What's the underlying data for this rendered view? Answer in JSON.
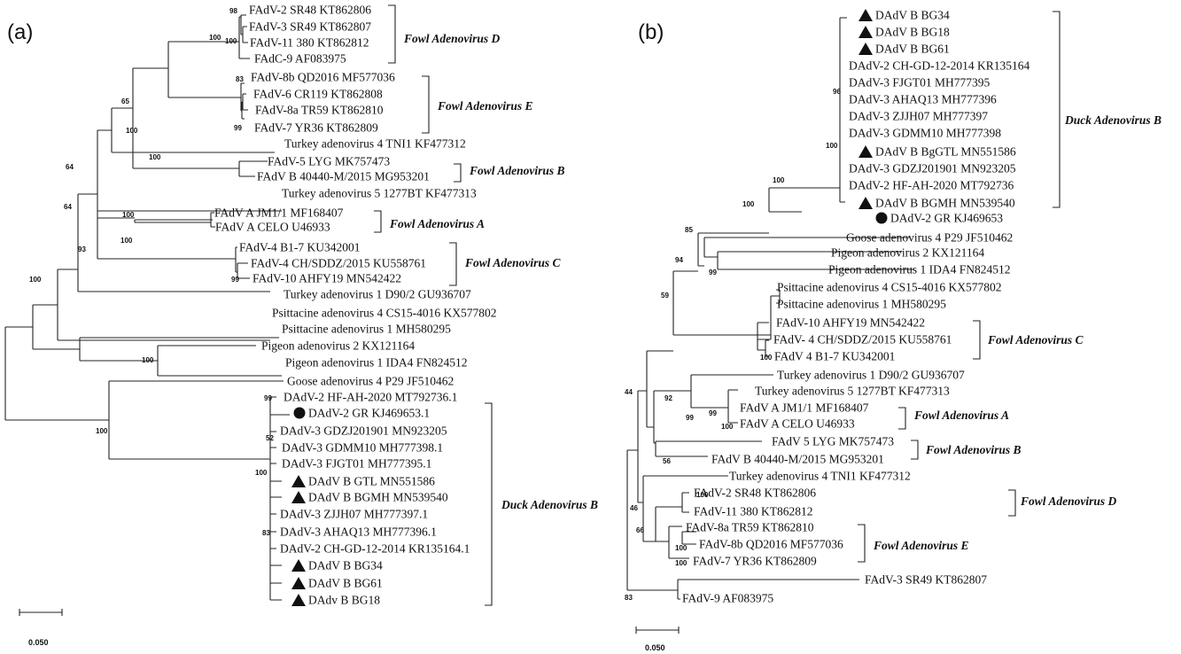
{
  "panels": [
    {
      "label": "(a)",
      "scale_label": "0.050",
      "taxa": [
        {
          "name": "FAdV-2 SR48 KT862806",
          "marker": ""
        },
        {
          "name": "FAdV-3 SR49 KT862807",
          "marker": ""
        },
        {
          "name": "FAdV-11 380 KT862812",
          "marker": ""
        },
        {
          "name": "FAdC-9 AF083975",
          "marker": ""
        },
        {
          "name": "FAdV-8b QD2016 MF577036",
          "marker": ""
        },
        {
          "name": "FAdV-6 CR119 KT862808",
          "marker": ""
        },
        {
          "name": "FAdV-8a TR59 KT862810",
          "marker": ""
        },
        {
          "name": "FAdV-7 YR36 KT862809",
          "marker": ""
        },
        {
          "name": "Turkey adenovirus 4 TNI1 KF477312",
          "marker": ""
        },
        {
          "name": "FAdV-5 LYG MK757473",
          "marker": ""
        },
        {
          "name": "FAdV B 40440-M/2015 MG953201",
          "marker": ""
        },
        {
          "name": "Turkey adenovirus 5 1277BT KF477313",
          "marker": ""
        },
        {
          "name": "FAdV A JM1/1 MF168407",
          "marker": ""
        },
        {
          "name": "FAdV A CELO U46933",
          "marker": ""
        },
        {
          "name": "FAdV-4 B1-7 KU342001",
          "marker": ""
        },
        {
          "name": "FAdV-4 CH/SDDZ/2015 KU558761",
          "marker": ""
        },
        {
          "name": "FAdV-10 AHFY19 MN542422",
          "marker": ""
        },
        {
          "name": "Turkey adenovirus 1 D90/2 GU936707",
          "marker": ""
        },
        {
          "name": "Psittacine adenovirus 4 CS15-4016 KX577802",
          "marker": ""
        },
        {
          "name": "Psittacine adenovirus 1 MH580295",
          "marker": ""
        },
        {
          "name": "Pigeon adenovirus 2 KX121164",
          "marker": ""
        },
        {
          "name": "Pigeon adenovirus 1 IDA4 FN824512",
          "marker": ""
        },
        {
          "name": "Goose adenovirus 4 P29 JF510462",
          "marker": ""
        },
        {
          "name": "DAdV-2 HF-AH-2020 MT792736.1",
          "marker": ""
        },
        {
          "name": "DAdV-2 GR KJ469653.1",
          "marker": "circle"
        },
        {
          "name": "DAdV-3 GDZJ201901 MN923205",
          "marker": ""
        },
        {
          "name": "DAdV-3 GDMM10 MH777398.1",
          "marker": ""
        },
        {
          "name": "DAdV-3 FJGT01 MH777395.1",
          "marker": ""
        },
        {
          "name": "DAdV B GTL MN551586",
          "marker": "triangle"
        },
        {
          "name": "DAdV B BGMH MN539540",
          "marker": "triangle"
        },
        {
          "name": "DAdV-3 ZJJH07 MH777397.1",
          "marker": ""
        },
        {
          "name": "DAdV-3 AHAQ13 MH777396.1",
          "marker": ""
        },
        {
          "name": "DAdV-2 CH-GD-12-2014 KR135164.1",
          "marker": ""
        },
        {
          "name": "DAdV B BG34",
          "marker": "triangle"
        },
        {
          "name": "DAdV B BG61",
          "marker": "triangle"
        },
        {
          "name": "DAdv B BG18",
          "marker": "triangle"
        }
      ],
      "groups": [
        {
          "name": "Fowl Adenovirus D"
        },
        {
          "name": "Fowl Adenovirus E"
        },
        {
          "name": "Fowl Adenovirus B"
        },
        {
          "name": "Fowl Adenovirus A"
        },
        {
          "name": "Fowl Adenovirus C"
        },
        {
          "name": "Duck Adenovirus B"
        }
      ],
      "bootstrap": [
        "98",
        "100",
        "100",
        "83",
        "99",
        "65",
        "100",
        "100",
        "64",
        "100",
        "64",
        "100",
        "99",
        "93",
        "100",
        "99",
        "100",
        "52",
        "100",
        "83",
        "100"
      ]
    },
    {
      "label": "(b)",
      "scale_label": "0.050",
      "taxa": [
        {
          "name": "DAdV B BG34",
          "marker": "triangle"
        },
        {
          "name": "DAdV B BG18",
          "marker": "triangle"
        },
        {
          "name": "DAdV B BG61",
          "marker": "triangle"
        },
        {
          "name": "DAdV-2 CH-GD-12-2014 KR135164",
          "marker": ""
        },
        {
          "name": "DAdV-3 FJGT01 MH777395",
          "marker": ""
        },
        {
          "name": "DAdV-3 AHAQ13 MH777396",
          "marker": ""
        },
        {
          "name": "DAdV-3 ZJJH07 MH777397",
          "marker": ""
        },
        {
          "name": "DAdV-3 GDMM10 MH777398",
          "marker": ""
        },
        {
          "name": "DAdV B BgGTL MN551586",
          "marker": "triangle"
        },
        {
          "name": "DAdV-3 GDZJ201901 MN923205",
          "marker": ""
        },
        {
          "name": "DAdV-2 HF-AH-2020 MT792736",
          "marker": ""
        },
        {
          "name": "DAdV B BGMH MN539540",
          "marker": "triangle"
        },
        {
          "name": "DAdV-2 GR KJ469653",
          "marker": "circle"
        },
        {
          "name": "Goose adenovirus 4 P29 JF510462",
          "marker": ""
        },
        {
          "name": "Pigeon adenovirus 2 KX121164",
          "marker": ""
        },
        {
          "name": "Pigeon adenovirus 1 IDA4 FN824512",
          "marker": ""
        },
        {
          "name": "Psittacine adenovirus 4 CS15-4016 KX577802",
          "marker": ""
        },
        {
          "name": "Psittacine adenovirus 1 MH580295",
          "marker": ""
        },
        {
          "name": "FAdV-10 AHFY19 MN542422",
          "marker": ""
        },
        {
          "name": "FAdV- 4 CH/SDDZ/2015 KU558761",
          "marker": ""
        },
        {
          "name": "FAdV 4 B1-7 KU342001",
          "marker": ""
        },
        {
          "name": "Turkey adenovirus 1 D90/2 GU936707",
          "marker": ""
        },
        {
          "name": "Turkey adenovirus 5 1277BT KF477313",
          "marker": ""
        },
        {
          "name": "FAdV A JM1/1 MF168407",
          "marker": ""
        },
        {
          "name": "FAdV A CELO U46933",
          "marker": ""
        },
        {
          "name": "FAdV 5 LYG MK757473",
          "marker": ""
        },
        {
          "name": "FAdV B 40440-M/2015 MG953201",
          "marker": ""
        },
        {
          "name": "Turkey adenovirus 4 TNI1 KF477312",
          "marker": ""
        },
        {
          "name": "FAdV-2 SR48 KT862806",
          "marker": ""
        },
        {
          "name": "FAdV-11 380 KT862812",
          "marker": ""
        },
        {
          "name": "FAdV-8a TR59 KT862810",
          "marker": ""
        },
        {
          "name": "FAdV-8b QD2016 MF577036",
          "marker": ""
        },
        {
          "name": "FAdV-7 YR36 KT862809",
          "marker": ""
        },
        {
          "name": "FAdV-3 SR49 KT862807",
          "marker": ""
        },
        {
          "name": "FAdV-9 AF083975",
          "marker": ""
        }
      ],
      "groups": [
        {
          "name": "Duck Adenovirus B"
        },
        {
          "name": "Fowl Adenovirus C"
        },
        {
          "name": "Fowl Adenovirus A"
        },
        {
          "name": "Fowl Adenovirus B"
        },
        {
          "name": "Fowl Adenovirus D"
        },
        {
          "name": "Fowl Adenovirus E"
        }
      ],
      "bootstrap": [
        "96",
        "100",
        "100",
        "100",
        "85",
        "94",
        "99",
        "59",
        "100",
        "99",
        "92",
        "99",
        "100",
        "56",
        "44",
        "100",
        "46",
        "66",
        "100",
        "100",
        "83"
      ]
    }
  ]
}
